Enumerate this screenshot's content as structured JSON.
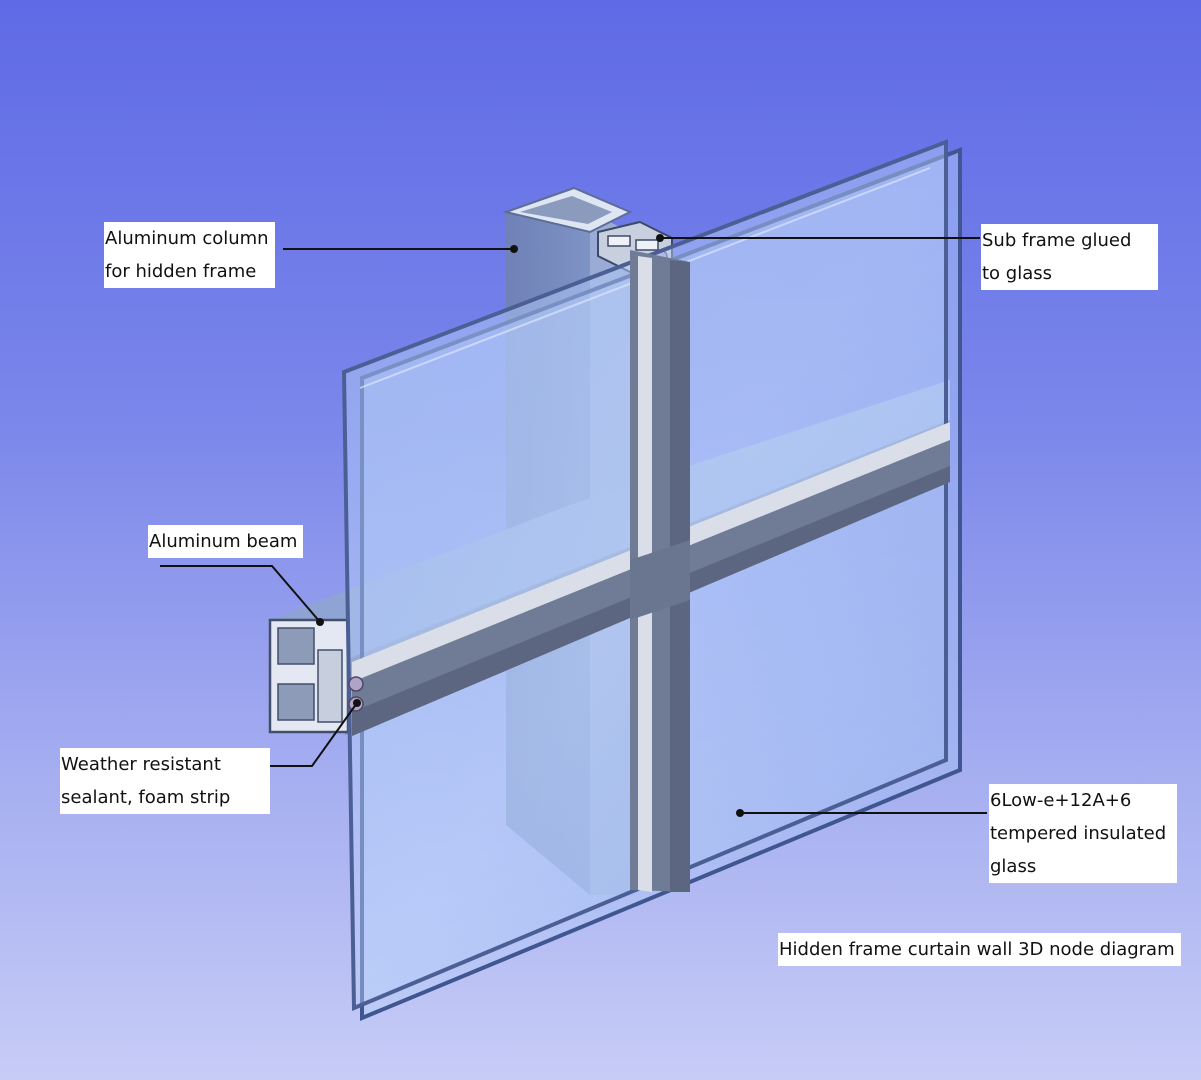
{
  "labels": {
    "column": [
      "Aluminum column",
      "for hidden frame"
    ],
    "subframe": [
      "Sub frame glued",
      "to glass"
    ],
    "beam": [
      "Aluminum beam"
    ],
    "sealant": [
      "Weather resistant",
      "sealant, foam strip"
    ],
    "glass": [
      "6Low-e+12A+6",
      "tempered insulated",
      "glass"
    ]
  },
  "caption": "Hidden frame curtain wall 3D node diagram",
  "colors": {
    "background_top": "#5f6ae6",
    "background_bottom": "#c7ccf6",
    "aluminum": "#7f8fb4",
    "glass_edge": "#3f5690",
    "leader": "#111111"
  }
}
